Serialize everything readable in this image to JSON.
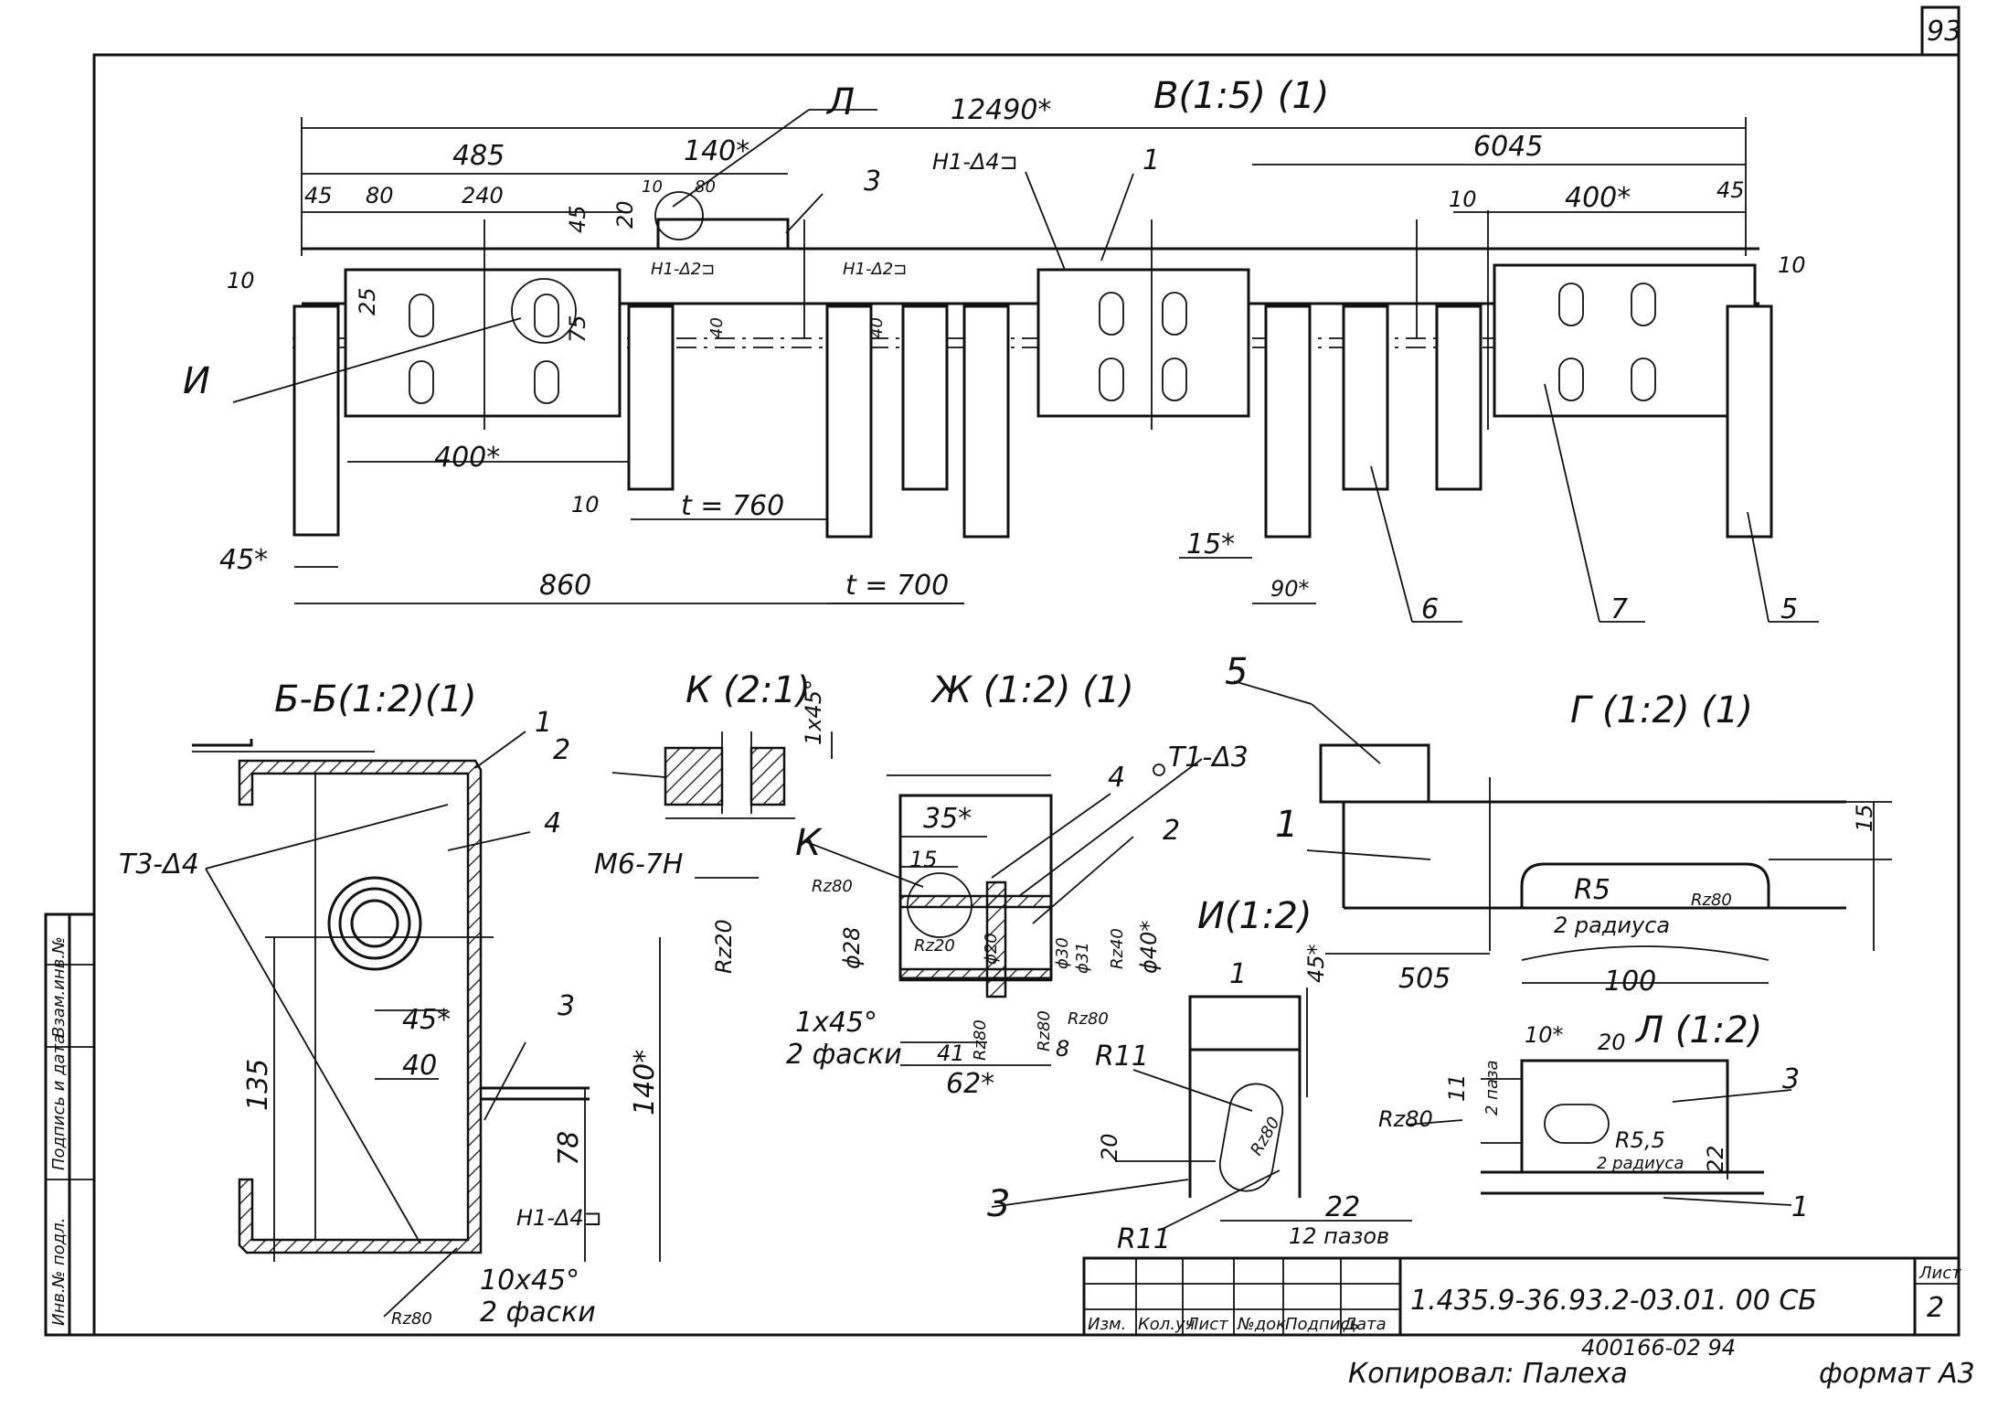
{
  "sheet": {
    "page_number": "93",
    "designation": "1.435.9-36.93.2-03.01. 00 СБ",
    "sheet_label": "Лист",
    "sheet_number": "2",
    "copied_by": "Копировал: Палеха",
    "format": "формат А3",
    "archive_code": "400166-02 94",
    "title_block_headers": [
      "Изм.",
      "Кол.уч",
      "Лист",
      "№док",
      "Подпись",
      "Дата"
    ],
    "side_stamp": [
      "Инв.№ подл.",
      "Подпись и дата",
      "Взам.инв.№"
    ]
  },
  "view_top": {
    "title": "В(1:5) (1)",
    "dims": {
      "overall": "12490*",
      "d485": "485",
      "d140": "140*",
      "d45a": "45",
      "d80a": "80",
      "d240": "240",
      "d45b": "45",
      "d20": "20",
      "d10a": "10",
      "d80b": "80",
      "d6045": "6045",
      "d10b": "10",
      "d400a": "400*",
      "d45c": "45",
      "d10c": "10",
      "d10d": "10",
      "d25": "25",
      "d75": "75",
      "d40": "40",
      "d40b": "40",
      "d400b": "400*",
      "d10e": "10",
      "t760": "t = 760",
      "t700": "t = 700",
      "d45star": "45*",
      "d860": "860",
      "d15star": "15*",
      "d90star": "90*"
    },
    "welds": [
      "Н1-Δ4⊐",
      "Н1-Δ2⊐",
      "Н1-Δ2⊐"
    ],
    "callouts": [
      "Л",
      "И",
      "3",
      "1",
      "6",
      "7",
      "5"
    ]
  },
  "section_bb": {
    "title": "Б-Б(1:2)(1)",
    "weld": "Т3-Δ4",
    "weld2": "Н1-Δ4⊐",
    "callouts": [
      "1",
      "4",
      "3"
    ],
    "dims": {
      "d45": "45*",
      "d40": "40",
      "d135": "135",
      "d78": "78",
      "d140": "140*",
      "chamfer": "10x45°",
      "chamfer_note": "2 фаски",
      "rz": "Rz80"
    }
  },
  "detail_k": {
    "title": "К (2:1)",
    "callout": "2",
    "thread": "M6-7H",
    "chamfer": "1x45°",
    "rz": "Rz20"
  },
  "detail_zh": {
    "title": "Ж (1:2) (1)",
    "weld": "Т1-Δ3",
    "callouts": [
      "4",
      "2",
      "К"
    ],
    "dims": {
      "d35": "35*",
      "d15": "15",
      "rz80a": "Rz80",
      "rz20": "Rz20",
      "d28": "ϕ28",
      "d20": "ϕ20",
      "d30": "ϕ30",
      "d31": "ϕ31",
      "d40": "ϕ40*",
      "rz40": "Rz40",
      "rz80b": "Rz80",
      "chamfer": "1x45°",
      "chamfer_note": "2 фаски",
      "d41": "41",
      "d62": "62*",
      "d8": "8",
      "rz80c": "Rz80",
      "rz80d": "Rz80"
    }
  },
  "view_g": {
    "title": "Г (1:2) (1)",
    "callouts": [
      "5",
      "1"
    ],
    "dims": {
      "d15": "15",
      "r5": "R5",
      "r5_note": "2 радиуса",
      "rz": "Rz80",
      "d505": "505",
      "d100": "100"
    }
  },
  "view_i": {
    "title": "И(1:2)",
    "callouts": [
      "1",
      "3"
    ],
    "dims": {
      "d45": "45*",
      "r11a": "R11",
      "d20": "20",
      "rz": "Rz80",
      "d22": "22",
      "slots": "12 пазов",
      "r11b": "R11"
    }
  },
  "view_l": {
    "title": "Л (1:2)",
    "callouts": [
      "3",
      "1"
    ],
    "dims": {
      "d10": "10*",
      "d20": "20",
      "d11": "11",
      "slots": "2 паза",
      "rz": "Rz80",
      "r55": "R5,5",
      "r55_note": "2 радиуса",
      "d22": "22"
    }
  }
}
